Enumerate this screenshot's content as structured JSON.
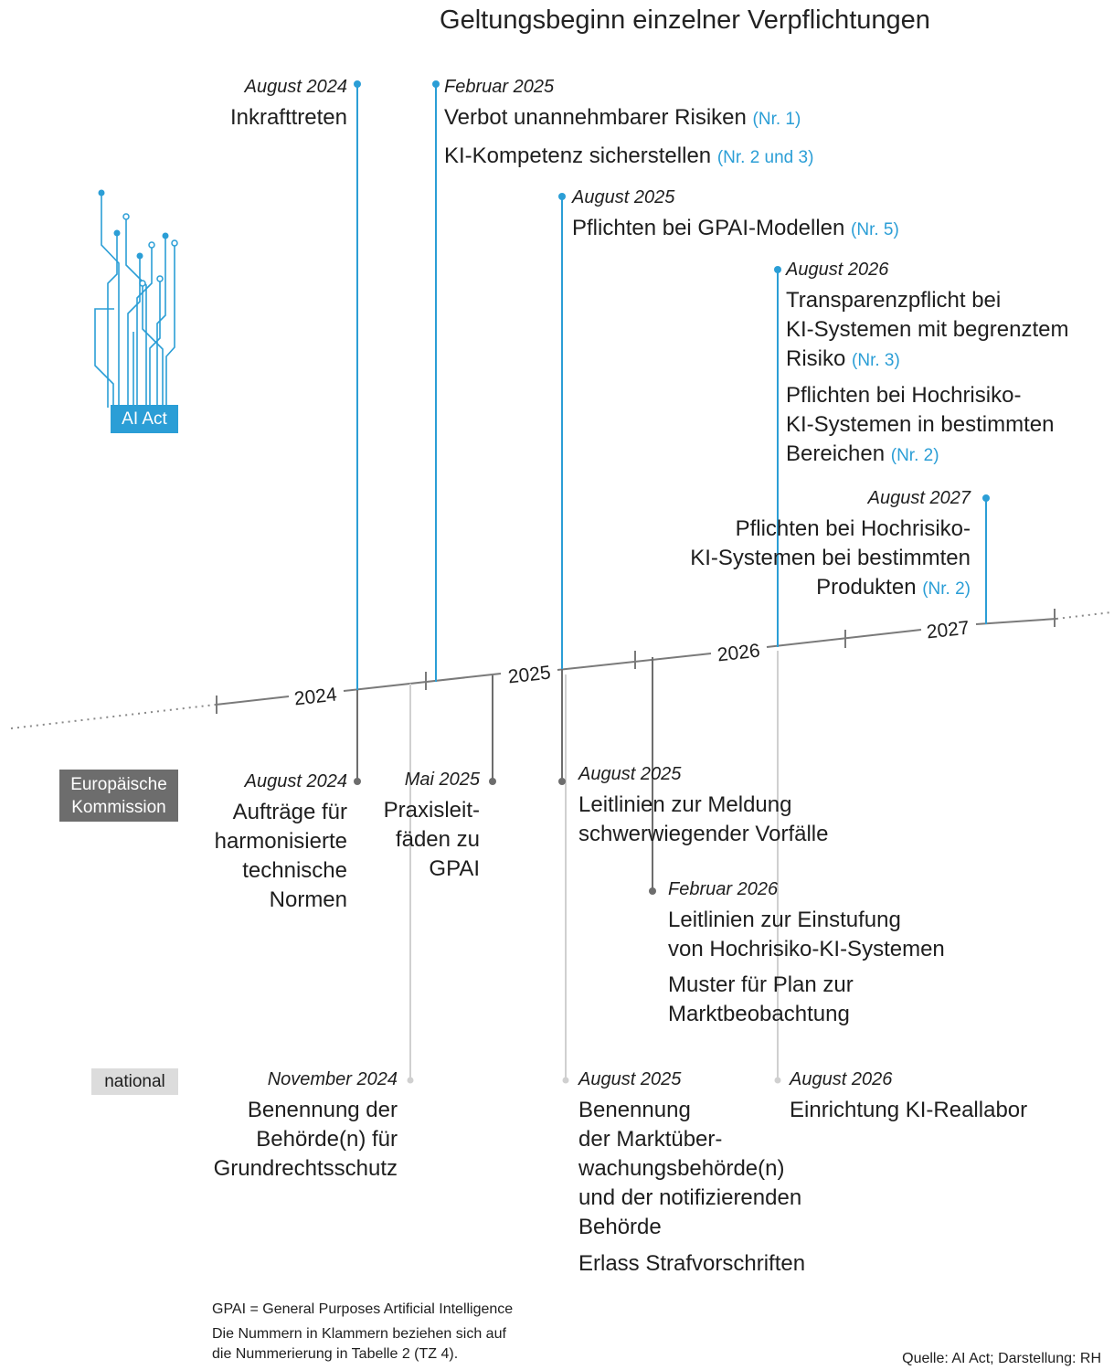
{
  "title": "Geltungsbeginn einzelner Verpflichtungen",
  "logo": {
    "label": "AI Act",
    "color": "#2b9ed6"
  },
  "timeline": {
    "years": [
      "2024",
      "2025",
      "2026",
      "2027"
    ],
    "upper_color": "#2b9ed6",
    "ec_color": "#6d6d6d",
    "national_color": "#d0d0d0"
  },
  "rows": {
    "ec": "Europäische Kommission",
    "national": "national"
  },
  "upper": [
    {
      "date": "August 2024",
      "items": [
        {
          "text": "Inkrafttreten",
          "ref": ""
        }
      ]
    },
    {
      "date": "Februar 2025",
      "items": [
        {
          "text": "Verbot unannehmbarer Risiken",
          "ref": "(Nr. 1)"
        },
        {
          "text": "KI-Kompetenz sicherstellen",
          "ref": "(Nr. 2 und 3)"
        }
      ]
    },
    {
      "date": "August 2025",
      "items": [
        {
          "text": "Pflichten bei GPAI-Modellen",
          "ref": "(Nr. 5)"
        }
      ]
    },
    {
      "date": "August 2026",
      "items": [
        {
          "lines": [
            "Transparenzpflicht bei",
            "KI-Systemen mit begrenztem",
            "Risiko"
          ],
          "ref": "(Nr. 3)"
        },
        {
          "lines": [
            "Pflichten bei Hochrisiko-",
            "KI-Systemen in bestimmten",
            "Bereichen"
          ],
          "ref": "(Nr. 2)"
        }
      ]
    },
    {
      "date": "August 2027",
      "items": [
        {
          "lines": [
            "Pflichten bei Hochrisiko-",
            "KI-Systemen bei bestimmten",
            "Produkten"
          ],
          "ref": "(Nr. 2)"
        }
      ]
    }
  ],
  "ec": [
    {
      "date": "August 2024",
      "lines": [
        "Aufträge für",
        "harmonisierte",
        "technische",
        "Normen"
      ]
    },
    {
      "date": "Mai 2025",
      "lines": [
        "Praxisleit-",
        "fäden zu",
        "GPAI"
      ]
    },
    {
      "date": "August 2025",
      "lines": [
        "Leitlinien zur Meldung",
        "schwerwiegender Vorfälle"
      ]
    },
    {
      "date": "Februar 2026",
      "items": [
        {
          "lines": [
            "Leitlinien zur Einstufung",
            "von Hochrisiko-KI-Systemen"
          ]
        },
        {
          "lines": [
            "Muster für Plan zur",
            "Marktbeobachtung"
          ]
        }
      ]
    }
  ],
  "national": [
    {
      "date": "November 2024",
      "lines": [
        "Benennung der",
        "Behörde(n) für",
        "Grundrechtsschutz"
      ]
    },
    {
      "date": "August 2025",
      "items": [
        {
          "lines": [
            "Benennung",
            "der Marktüber-",
            "wachungsbehörde(n)",
            "und der notifizierenden",
            "Behörde"
          ]
        },
        {
          "lines": [
            "Erlass Strafvorschriften"
          ]
        }
      ]
    },
    {
      "date": "August 2026",
      "lines": [
        "Einrichtung KI-Reallabor"
      ]
    }
  ],
  "notes": {
    "gpai": "GPAI = General Purposes Artificial Intelligence",
    "numbers": [
      "Die Nummern in Klammern beziehen sich auf",
      "die Nummerierung in Tabelle 2 (TZ 4)."
    ],
    "source": "Quelle: AI Act; Darstellung: RH"
  }
}
